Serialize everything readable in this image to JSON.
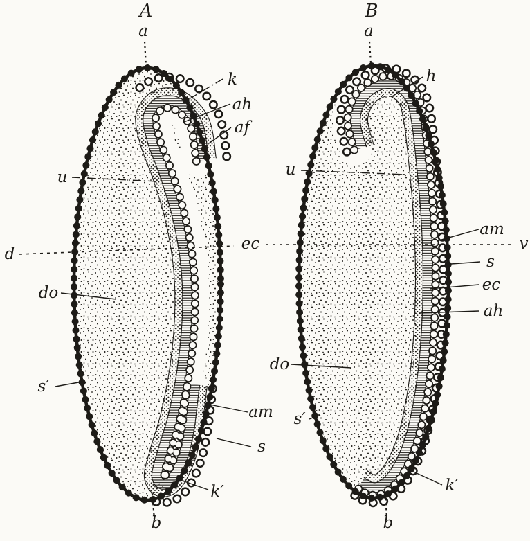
{
  "figure": {
    "colors": {
      "ink": "#1d1b17",
      "paper": "#fbfaf6"
    },
    "panel_a": {
      "title": "A",
      "labels": {
        "a": "a",
        "k": "k",
        "ah": "ah",
        "af": "af",
        "u": "u",
        "d": "d",
        "do": "do",
        "s_prime": "s′",
        "ec": "ec",
        "am": "am",
        "s": "s",
        "k_prime": "k′",
        "b": "b"
      }
    },
    "panel_b": {
      "title": "B",
      "labels": {
        "a": "a",
        "h": "h",
        "u": "u",
        "am": "am",
        "v": "v",
        "s": "s",
        "ec": "ec",
        "ah": "ah",
        "do": "do",
        "s_prime": "s′",
        "k_prime": "k′",
        "b": "b"
      }
    }
  }
}
